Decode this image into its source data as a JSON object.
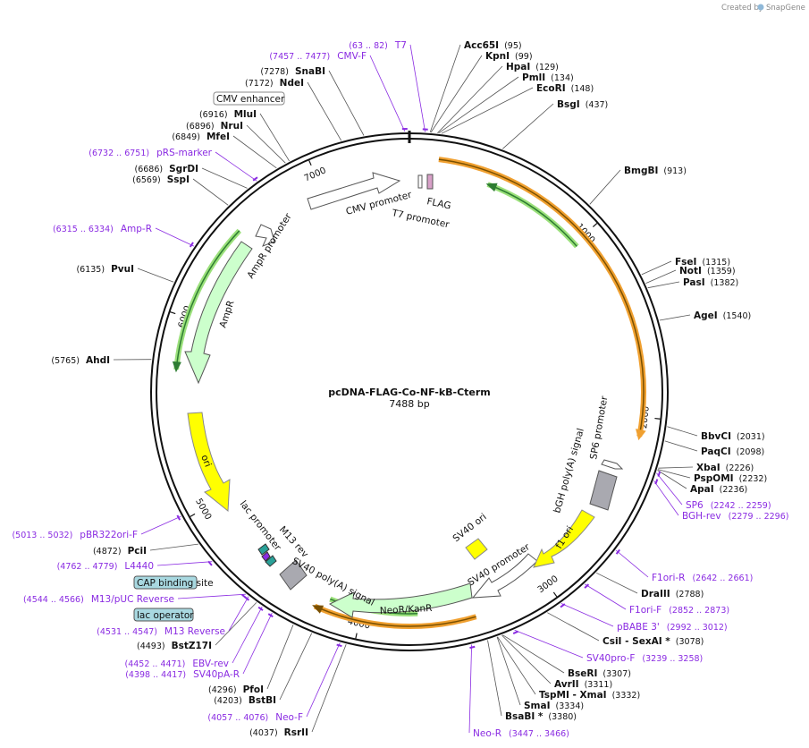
{
  "credit": {
    "prefix": "Created by",
    "brand": "SnapGene"
  },
  "plasmid": {
    "name": "pcDNA-FLAG-Co-NF-kB-Cterm",
    "size_label": "7488 bp",
    "length": 7488
  },
  "ticks": [
    {
      "bp": 1000,
      "label": "1000"
    },
    {
      "bp": 2000,
      "label": "2000"
    },
    {
      "bp": 3000,
      "label": "3000"
    },
    {
      "bp": 4000,
      "label": "4000"
    },
    {
      "bp": 5000,
      "label": "5000"
    },
    {
      "bp": 6000,
      "label": "6000"
    },
    {
      "bp": 7000,
      "label": "7000"
    }
  ],
  "enzymes": [
    {
      "name": "Acc65I",
      "pos": "(95)",
      "bp": 95
    },
    {
      "name": "KpnI",
      "pos": "(99)",
      "bp": 99
    },
    {
      "name": "HpaI",
      "pos": "(129)",
      "bp": 129
    },
    {
      "name": "PmlI",
      "pos": "(134)",
      "bp": 134
    },
    {
      "name": "EcoRI",
      "pos": "(148)",
      "bp": 148
    },
    {
      "name": "BsgI",
      "pos": "(437)",
      "bp": 437
    },
    {
      "name": "BmgBI",
      "pos": "(913)",
      "bp": 913
    },
    {
      "name": "FseI",
      "pos": "(1315)",
      "bp": 1315
    },
    {
      "name": "NotI",
      "pos": "(1359)",
      "bp": 1359
    },
    {
      "name": "PasI",
      "pos": "(1382)",
      "bp": 1382
    },
    {
      "name": "AgeI",
      "pos": "(1540)",
      "bp": 1540
    },
    {
      "name": "BbvCI",
      "pos": "(2031)",
      "bp": 2031
    },
    {
      "name": "PaqCI",
      "pos": "(2098)",
      "bp": 2098
    },
    {
      "name": "XbaI",
      "pos": "(2226)",
      "bp": 2226
    },
    {
      "name": "PspOMI",
      "pos": "(2232)",
      "bp": 2232
    },
    {
      "name": "ApaI",
      "pos": "(2236)",
      "bp": 2236
    },
    {
      "name": "DraIII",
      "pos": "(2788)",
      "bp": 2788
    },
    {
      "name": "CsiI",
      "pos": "(3078)",
      "bp": 3078,
      "prefix": "",
      "suffix": " - SexAI *"
    },
    {
      "name": "BseRI",
      "pos": "(3307)",
      "bp": 3307
    },
    {
      "name": "AvrII",
      "pos": "(3311)",
      "bp": 3311
    },
    {
      "name": "TspMI",
      "pos": "(3332)",
      "bp": 3332,
      "suffix": " - XmaI"
    },
    {
      "name": "SmaI",
      "pos": "(3334)",
      "bp": 3334
    },
    {
      "name": "BsaBI *",
      "pos": "(3380)",
      "bp": 3380
    },
    {
      "name": "RsrII",
      "pos": "(4037)",
      "bp": 4037
    },
    {
      "name": "BstBI",
      "pos": "(4203)",
      "bp": 4203
    },
    {
      "name": "PfoI",
      "pos": "(4296)",
      "bp": 4296
    },
    {
      "name": "BstZ17I",
      "pos": "(4493)",
      "bp": 4493
    },
    {
      "name": "PciI",
      "pos": "(4872)",
      "bp": 4872
    },
    {
      "name": "AhdI",
      "pos": "(5765)",
      "bp": 5765
    },
    {
      "name": "PvuI",
      "pos": "(6135)",
      "bp": 6135
    },
    {
      "name": "SspI",
      "pos": "(6569)",
      "bp": 6569
    },
    {
      "name": "SgrDI",
      "pos": "(6686)",
      "bp": 6686
    },
    {
      "name": "MfeI",
      "pos": "(6849)",
      "bp": 6849
    },
    {
      "name": "NruI",
      "pos": "(6896)",
      "bp": 6896
    },
    {
      "name": "MluI",
      "pos": "(6916)",
      "bp": 6916
    },
    {
      "name": "NdeI",
      "pos": "(7172)",
      "bp": 7172
    },
    {
      "name": "SnaBI",
      "pos": "(7278)",
      "bp": 7278
    }
  ],
  "primers": [
    {
      "name": "T7",
      "pos": "(63 .. 82)",
      "bp": 72
    },
    {
      "name": "CMV-F",
      "pos": "(7457 .. 7477)",
      "bp": 7467
    },
    {
      "name": "SP6",
      "pos": "(2242 .. 2259)",
      "bp": 2250
    },
    {
      "name": "BGH-rev",
      "pos": "(2279 .. 2296)",
      "bp": 2287
    },
    {
      "name": "F1ori-R",
      "pos": "(2642 .. 2661)",
      "bp": 2651
    },
    {
      "name": "F1ori-F",
      "pos": "(2852 .. 2873)",
      "bp": 2862
    },
    {
      "name": "pBABE 3'",
      "pos": "(2992 .. 3012)",
      "bp": 3002
    },
    {
      "name": "SV40pro-F",
      "pos": "(3239 .. 3258)",
      "bp": 3248
    },
    {
      "name": "Neo-R",
      "pos": "(3447 .. 3466)",
      "bp": 3456
    },
    {
      "name": "Neo-F",
      "pos": "(4057 .. 4076)",
      "bp": 4066
    },
    {
      "name": "SV40pA-R",
      "pos": "(4398 .. 4417)",
      "bp": 4407
    },
    {
      "name": "EBV-rev",
      "pos": "(4452 .. 4471)",
      "bp": 4461
    },
    {
      "name": "M13 Reverse",
      "pos": "(4531 .. 4547)",
      "bp": 4539
    },
    {
      "name": "M13/pUC Reverse",
      "pos": "(4544 .. 4566)",
      "bp": 4555
    },
    {
      "name": "L4440",
      "pos": "(4762 .. 4779)",
      "bp": 4770
    },
    {
      "name": "pBR322ori-F",
      "pos": "(5013 .. 5032)",
      "bp": 5022
    },
    {
      "name": "Amp-R",
      "pos": "(6315 .. 6334)",
      "bp": 6324
    },
    {
      "name": "pRS-marker",
      "pos": "(6732 .. 6751)",
      "bp": 6741
    }
  ],
  "boxed_features": [
    {
      "name": "CMV enhancer"
    },
    {
      "name": "CAP binding site"
    },
    {
      "name": "lac operator"
    }
  ],
  "feature_labels": [
    {
      "name": "FLAG"
    },
    {
      "name": "T7 promoter"
    },
    {
      "name": "CMV promoter"
    },
    {
      "name": "AmpR promoter"
    },
    {
      "name": "AmpR"
    },
    {
      "name": "ori"
    },
    {
      "name": "lac promoter"
    },
    {
      "name": "M13 rev"
    },
    {
      "name": "SV40 poly(A) signal"
    },
    {
      "name": "NeoR/KanR"
    },
    {
      "name": "SV40 promoter"
    },
    {
      "name": "SV40 ori"
    },
    {
      "name": "f1 ori"
    },
    {
      "name": "bGH poly(A) signal"
    },
    {
      "name": "SP6 promoter"
    }
  ],
  "colors": {
    "backbone": "#111111",
    "orf_orange": "#f0a030",
    "orf_green": "#2e7d32",
    "ori_yellow": "#ffff00",
    "promoter_white": "#ffffff",
    "ampr_green": "#ccffcc",
    "polyA_gray": "#a9a9b0",
    "primer_purple": "#8a2be2",
    "flag_pink": "#d8a0c8",
    "boxed_fill": "#a8d8e0"
  }
}
